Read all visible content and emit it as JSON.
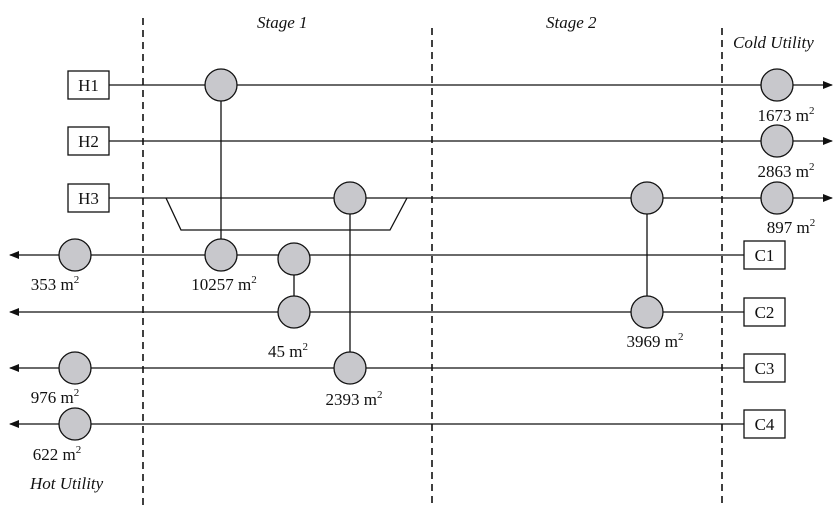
{
  "stages": {
    "stage1": "Stage 1",
    "stage2": "Stage 2",
    "cold_utility": "Cold Utility",
    "hot_utility": "Hot Utility"
  },
  "streams": {
    "hot": [
      "H1",
      "H2",
      "H3"
    ],
    "cold": [
      "C1",
      "C2",
      "C3",
      "C4"
    ]
  },
  "areas": {
    "h1_cooler": "1673 m",
    "h2_cooler": "2863 m",
    "h3_cooler": "897 m",
    "c1_heater": "353 m",
    "c3_heater": "976 m",
    "c4_heater": "622 m",
    "h1_c1": "10257 m",
    "h3_c2": "45 m",
    "h3_c3": "2393 m",
    "h3_c2_stage2": "3969 m",
    "unit_exp": "2"
  },
  "colors": {
    "node_fill": "#c8c8cc",
    "line": "#111111"
  }
}
